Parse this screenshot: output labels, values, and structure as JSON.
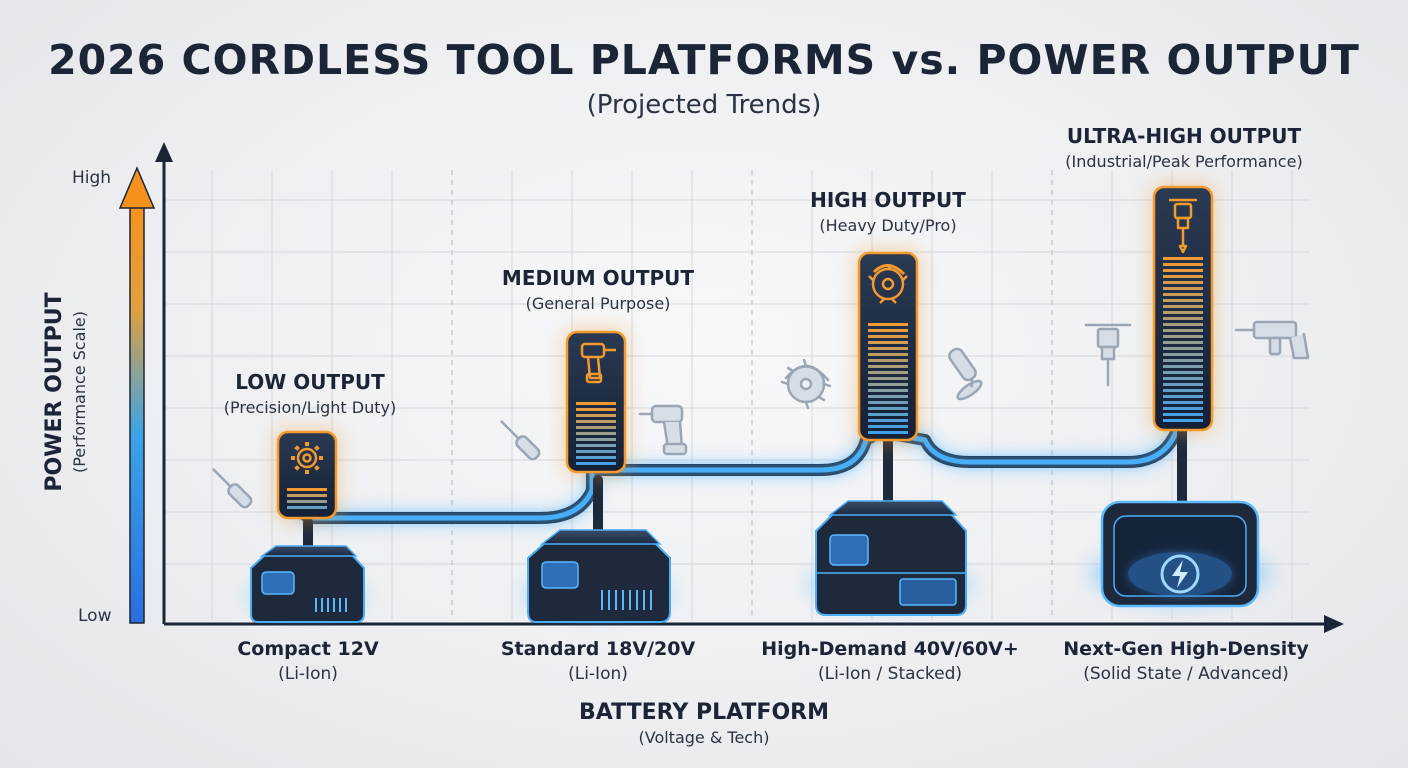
{
  "title": "2026 CORDLESS TOOL PLATFORMS vs. POWER OUTPUT",
  "subtitle": "(Projected Trends)",
  "y_axis": {
    "title": "POWER OUTPUT",
    "subtitle": "(Performance Scale)",
    "high_label": "High",
    "low_label": "Low"
  },
  "x_axis": {
    "title": "BATTERY PLATFORM",
    "subtitle": "(Voltage & Tech)"
  },
  "platforms": [
    {
      "name": "Compact 12V",
      "tech": "(Li-Ion)",
      "tier": "LOW OUTPUT",
      "tier_desc": "(Precision/Light Duty)",
      "level": 1
    },
    {
      "name": "Standard 18V/20V",
      "tech": "(Li-Ion)",
      "tier": "MEDIUM OUTPUT",
      "tier_desc": "(General Purpose)",
      "level": 2
    },
    {
      "name": "High-Demand 40V/60V+",
      "tech": "(Li-Ion / Stacked)",
      "tier": "HIGH OUTPUT",
      "tier_desc": "(Heavy Duty/Pro)",
      "level": 3
    },
    {
      "name": "Next-Gen High-Density",
      "tech": "(Solid State / Advanced)",
      "tier": "ULTRA-HIGH OUTPUT",
      "tier_desc": "(Industrial/Peak Performance)",
      "level": 4
    }
  ],
  "icons": {
    "tier_icons": [
      "gear-icon",
      "drill-icon",
      "circular-saw-icon",
      "jackhammer-icon"
    ],
    "side_icons": [
      "screwdriver-icon",
      "screwdriver-icon",
      "drill-icon",
      "circular-saw-icon",
      "angle-grinder-icon",
      "jackhammer-icon",
      "rotary-hammer-icon"
    ]
  },
  "colors": {
    "accent_orange": "#f29a2e",
    "accent_blue": "#2f8cf0",
    "glow_blue": "#5ab8ff",
    "dark_navy": "#1e2a3c"
  }
}
